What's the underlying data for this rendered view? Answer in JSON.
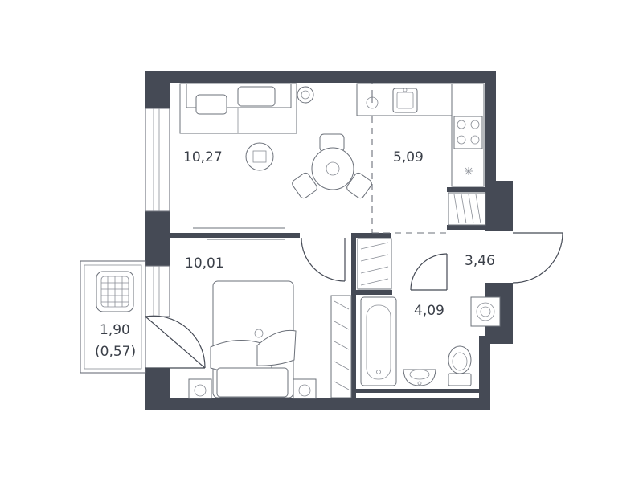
{
  "rooms": [
    {
      "id": "living",
      "label": "10,27"
    },
    {
      "id": "kitchen",
      "label": "5,09"
    },
    {
      "id": "hall",
      "label": "3,46"
    },
    {
      "id": "bedroom",
      "label": "10,01"
    },
    {
      "id": "bathroom",
      "label": "4,09"
    },
    {
      "id": "balcony",
      "label": "1,90"
    },
    {
      "id": "balcony-reduced",
      "label": "(0,57)"
    }
  ],
  "colors": {
    "wall": "#454a55",
    "line": "#6b7079",
    "background": "#ffffff"
  }
}
